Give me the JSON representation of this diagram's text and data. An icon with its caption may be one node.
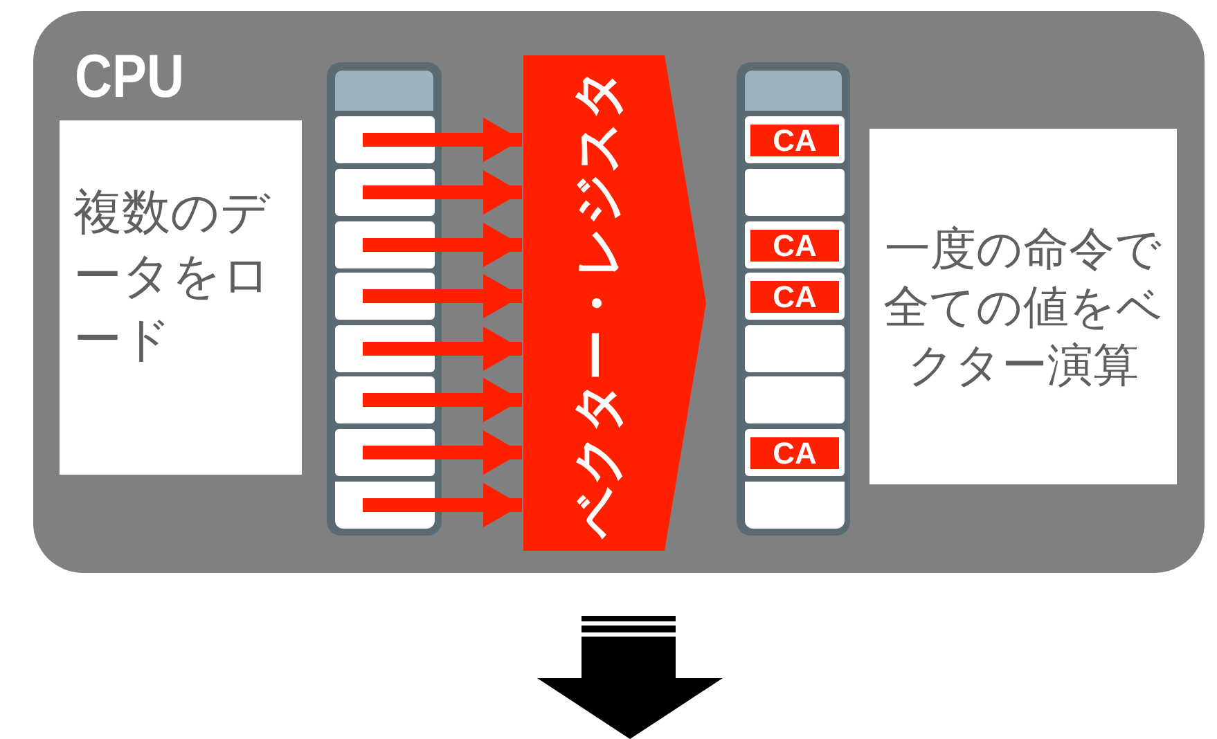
{
  "diagram": {
    "nodes": [
      {
        "text": [
          "CPU"
        ]
      },
      {
        "text": [
          "複数のデータをロード"
        ],
        "in": 0
      },
      {
        "text": [],
        "shape": "box",
        "in": 0
      },
      {
        "text": [],
        "shape": "box",
        "in": 2
      },
      {
        "text": [],
        "shape": "box",
        "in": 2
      },
      {
        "text": [],
        "shape": "box",
        "in": 2
      },
      {
        "text": [],
        "shape": "box",
        "in": 2
      },
      {
        "text": [],
        "shape": "box",
        "in": 2
      },
      {
        "text": [],
        "shape": "box",
        "in": 2
      },
      {
        "text": [],
        "shape": "box",
        "in": 2
      },
      {
        "text": [],
        "shape": "box",
        "in": 2
      },
      {
        "text": [
          "ベクター・レジスタ"
        ],
        "in": 0
      },
      {
        "text": [],
        "shape": "box",
        "in": 0
      },
      {
        "text": [
          "CA"
        ],
        "in": 12
      },
      {
        "text": [],
        "shape": "box",
        "in": 12
      },
      {
        "text": [
          "CA"
        ],
        "in": 12
      },
      {
        "text": [
          "CA"
        ],
        "in": 12
      },
      {
        "text": [],
        "shape": "box",
        "in": 12
      },
      {
        "text": [],
        "shape": "box",
        "in": 12
      },
      {
        "text": [
          "CA"
        ],
        "in": 12
      },
      {
        "text": [],
        "shape": "box",
        "in": 12
      },
      {
        "text": [
          "一度の命令で全ての値をベクター演算"
        ],
        "in": 0
      }
    ],
    "edges": [
      {
        "from": 3,
        "to": 11,
        "arrow": "to"
      },
      {
        "from": 4,
        "to": 11,
        "arrow": "to"
      },
      {
        "from": 5,
        "to": 11,
        "arrow": "to"
      },
      {
        "from": 6,
        "to": 11,
        "arrow": "to"
      },
      {
        "from": 7,
        "to": 11,
        "arrow": "to"
      },
      {
        "from": 8,
        "to": 11,
        "arrow": "to"
      },
      {
        "from": 9,
        "to": 11,
        "arrow": "to"
      },
      {
        "from": 10,
        "to": 11,
        "arrow": "to"
      }
    ]
  }
}
